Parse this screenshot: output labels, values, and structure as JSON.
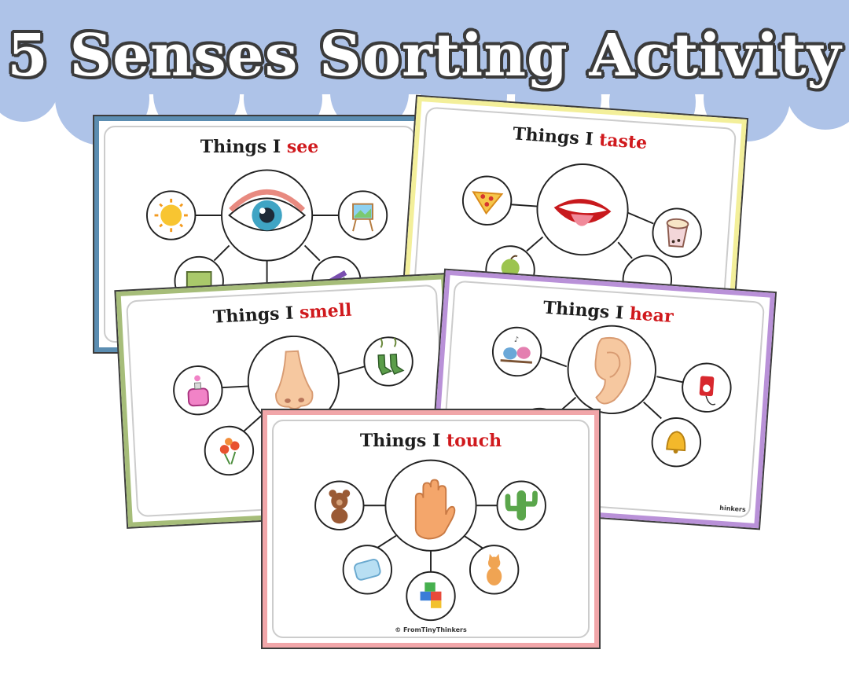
{
  "title": "5 Senses Sorting Activity",
  "colors": {
    "cloud": "#aec3e8",
    "title_outline": "#3b3b3b",
    "accent_word": "#d0191d",
    "see_border": "#5b8db1",
    "taste_border": "#f3ef9a",
    "smell_border": "#a6bd79",
    "hear_border": "#b991d8",
    "touch_border": "#f1a6a9"
  },
  "cards": {
    "see": {
      "prefix": "Things I",
      "sense": "see",
      "center_icon": "eye-icon",
      "items": [
        "sun-icon",
        "easel-painting-icon",
        "tv-icon",
        "crayons-icon"
      ]
    },
    "taste": {
      "prefix": "Things I",
      "sense": "taste",
      "center_icon": "mouth-icon",
      "items": [
        "pizza-icon",
        "bubble-tea-icon",
        "apple-icon",
        "food-icon"
      ]
    },
    "smell": {
      "prefix": "Things I",
      "sense": "smell",
      "center_icon": "nose-icon",
      "items": [
        "perfume-icon",
        "smelly-socks-icon",
        "flowers-icon",
        "item-icon"
      ]
    },
    "hear": {
      "prefix": "Things I",
      "sense": "hear",
      "center_icon": "ear-icon",
      "items": [
        "birds-icon",
        "music-player-icon",
        "bell-icon",
        "item-icon"
      ],
      "credit": "hinkers"
    },
    "touch": {
      "prefix": "Things I",
      "sense": "touch",
      "center_icon": "hand-icon",
      "items": [
        "teddy-bear-icon",
        "cactus-icon",
        "pillow-icon",
        "cat-icon",
        "building-blocks-icon"
      ],
      "credit": "© FromTinyThinkers"
    }
  }
}
